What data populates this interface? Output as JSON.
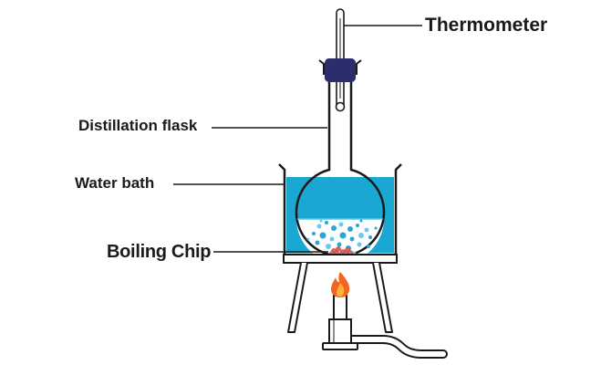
{
  "labels": {
    "thermometer": "Thermometer",
    "distillation_flask": "Distillation flask",
    "water_bath": "Water bath",
    "boiling_chip": "Boiling Chip"
  },
  "colors": {
    "outline": "#1a1a1a",
    "water": "#1aa7d2",
    "water_light": "#5ec5e6",
    "flask_liquid": "#ffffff",
    "stopper": "#2e2d6b",
    "flame_outer": "#f26522",
    "flame_inner": "#fbb040",
    "boiling_chip": "#e2665a",
    "bubble": "#2aa5d8"
  },
  "icons": [
    "flame-icon"
  ]
}
